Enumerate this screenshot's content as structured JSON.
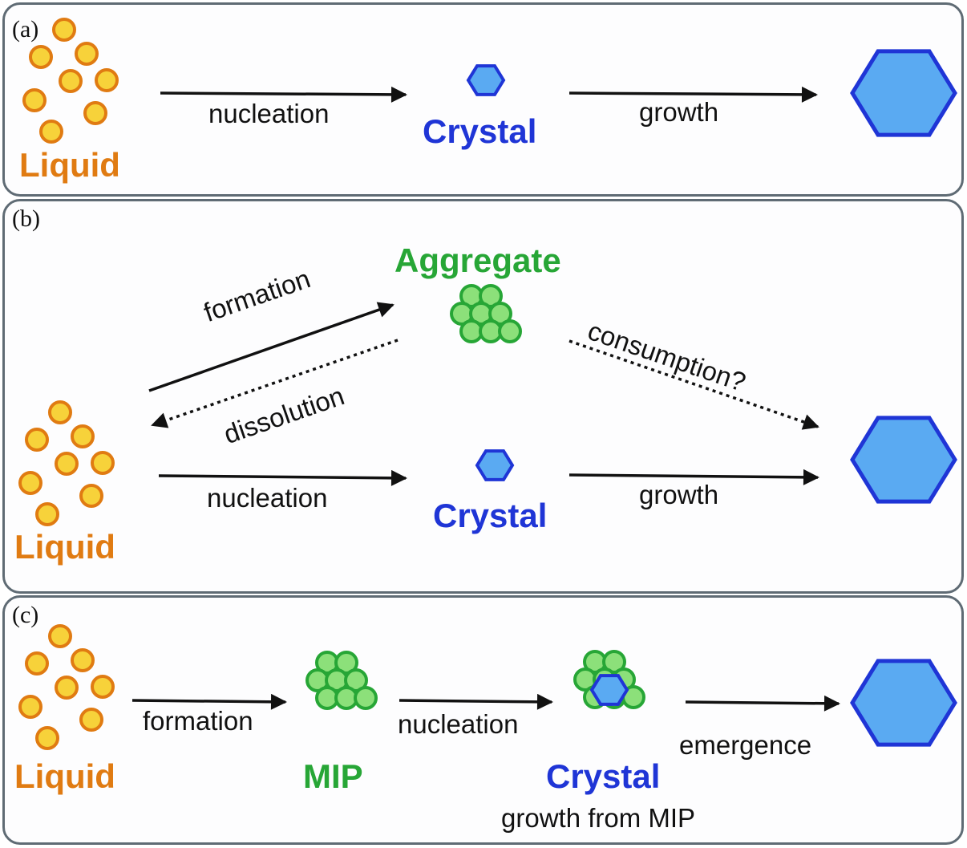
{
  "colors": {
    "liquid": "#e07b12",
    "liquid_fill": "#f7d23a",
    "crystal": "#1f35d6",
    "crystal_fill": "#5aaaf2",
    "aggregate": "#27a636",
    "aggregate_fill": "#8ce07a"
  },
  "panel_a": {
    "label": "(a)",
    "liquid": "Liquid",
    "nucleation": "nucleation",
    "crystal": "Crystal",
    "growth": "growth"
  },
  "panel_b": {
    "label": "(b)",
    "aggregate": "Aggregate",
    "formation": "formation",
    "dissolution": "dissolution",
    "consumption": "consumption?",
    "nucleation": "nucleation",
    "crystal": "Crystal",
    "growth": "growth",
    "liquid": "Liquid"
  },
  "panel_c": {
    "label": "(c)",
    "liquid": "Liquid",
    "formation": "formation",
    "mip": "MIP",
    "nucleation": "nucleation",
    "crystal": "Crystal",
    "growth_from_mip": "growth from MIP",
    "emergence": "emergence"
  }
}
